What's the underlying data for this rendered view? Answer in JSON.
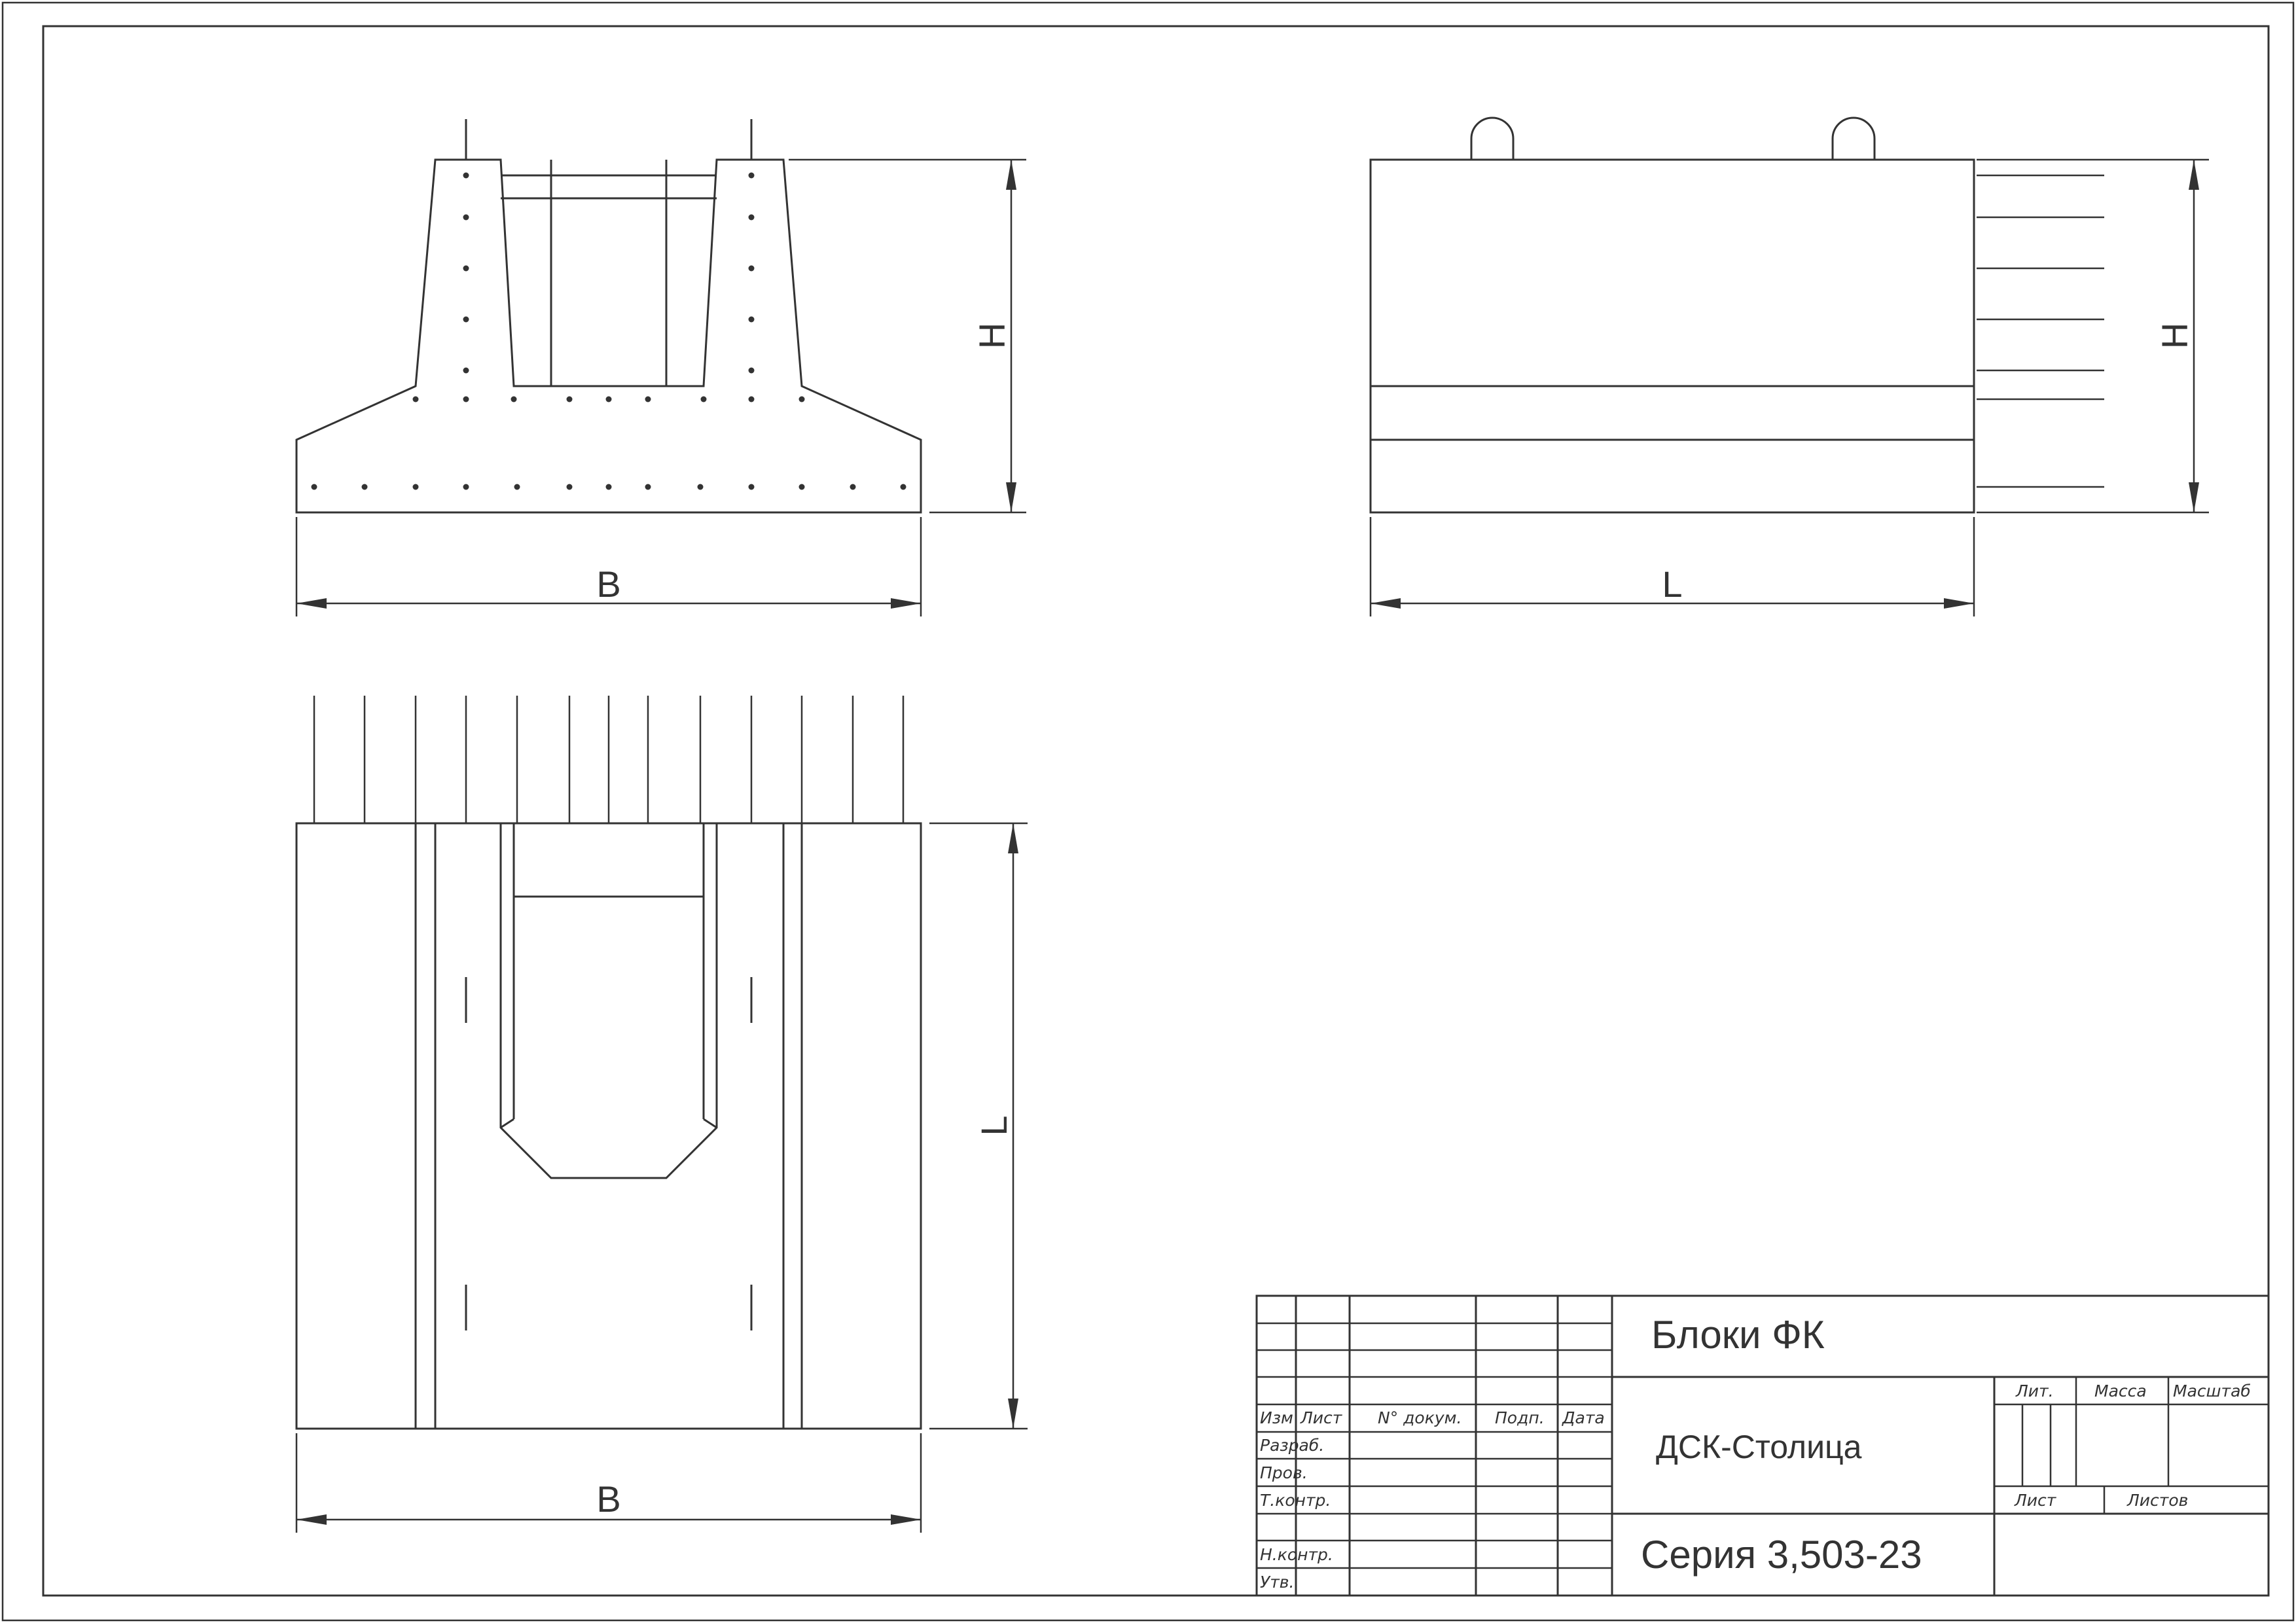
{
  "drawing": {
    "dims": {
      "front_width": "B",
      "front_height": "H",
      "side_length": "L",
      "side_height": "H",
      "plan_width": "B",
      "plan_length": "L"
    }
  },
  "title_block": {
    "title": "Блоки ФК",
    "organization": "ДСК-Столица",
    "series": "Серия 3,503-23",
    "columns": [
      "Изм",
      "Лист",
      "N° докум.",
      "Подп.",
      "Дата"
    ],
    "roles": [
      "Разраб.",
      "Пров.",
      "Т.контр.",
      "",
      "Н.контр.",
      "Утв."
    ],
    "lit_label": "Лит.",
    "mass_label": "Масса",
    "scale_label": "Масштаб",
    "sheet_label": "Лист",
    "sheets_label": "Листов"
  }
}
